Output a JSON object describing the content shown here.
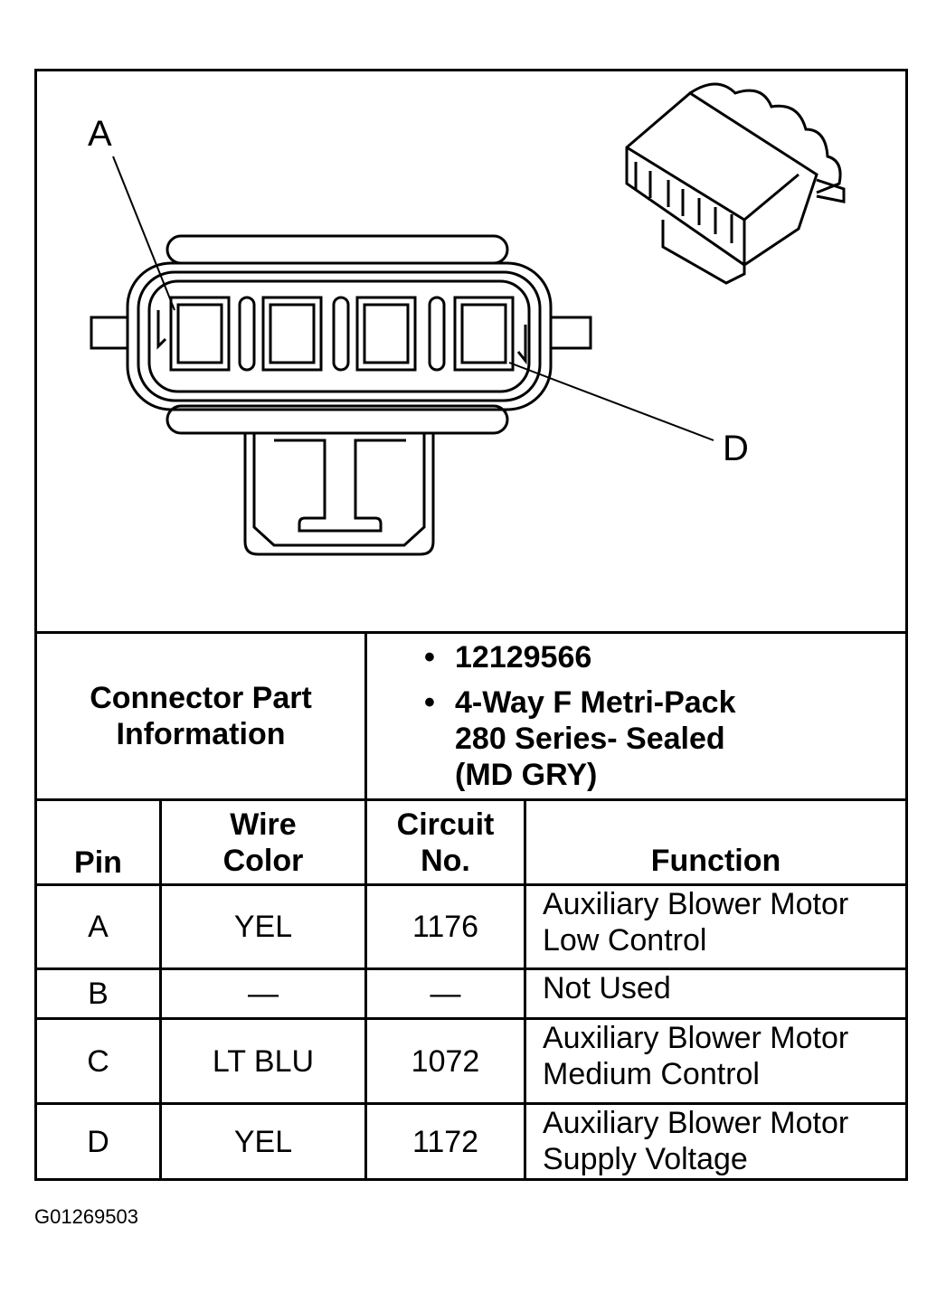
{
  "diagram": {
    "callouts": {
      "pin_a": "A",
      "pin_d": "D"
    }
  },
  "connector_info": {
    "label_line1": "Connector Part",
    "label_line2": "Information",
    "items": [
      {
        "bullet": "•",
        "lines": [
          "12129566"
        ]
      },
      {
        "bullet": "•",
        "lines": [
          "4-Way F Metri-Pack",
          "280 Series- Sealed",
          "(MD GRY)"
        ]
      }
    ]
  },
  "table": {
    "headers": {
      "pin": "Pin",
      "wire_line1": "Wire",
      "wire_line2": "Color",
      "circuit_line1": "Circuit",
      "circuit_line2": "No.",
      "function": "Function"
    },
    "rows": [
      {
        "pin": "A",
        "color": "YEL",
        "circuit": "1176",
        "function_line1": "Auxiliary Blower Motor",
        "function_line2": "Low Control"
      },
      {
        "pin": "B",
        "color": "—",
        "circuit": "—",
        "function_line1": "Not Used",
        "function_line2": ""
      },
      {
        "pin": "C",
        "color": "LT BLU",
        "circuit": "1072",
        "function_line1": "Auxiliary Blower Motor",
        "function_line2": "Medium Control"
      },
      {
        "pin": "D",
        "color": "YEL",
        "circuit": "1172",
        "function_line1": "Auxiliary Blower Motor",
        "function_line2": "Supply Voltage"
      }
    ]
  },
  "figure_id": "G01269503"
}
